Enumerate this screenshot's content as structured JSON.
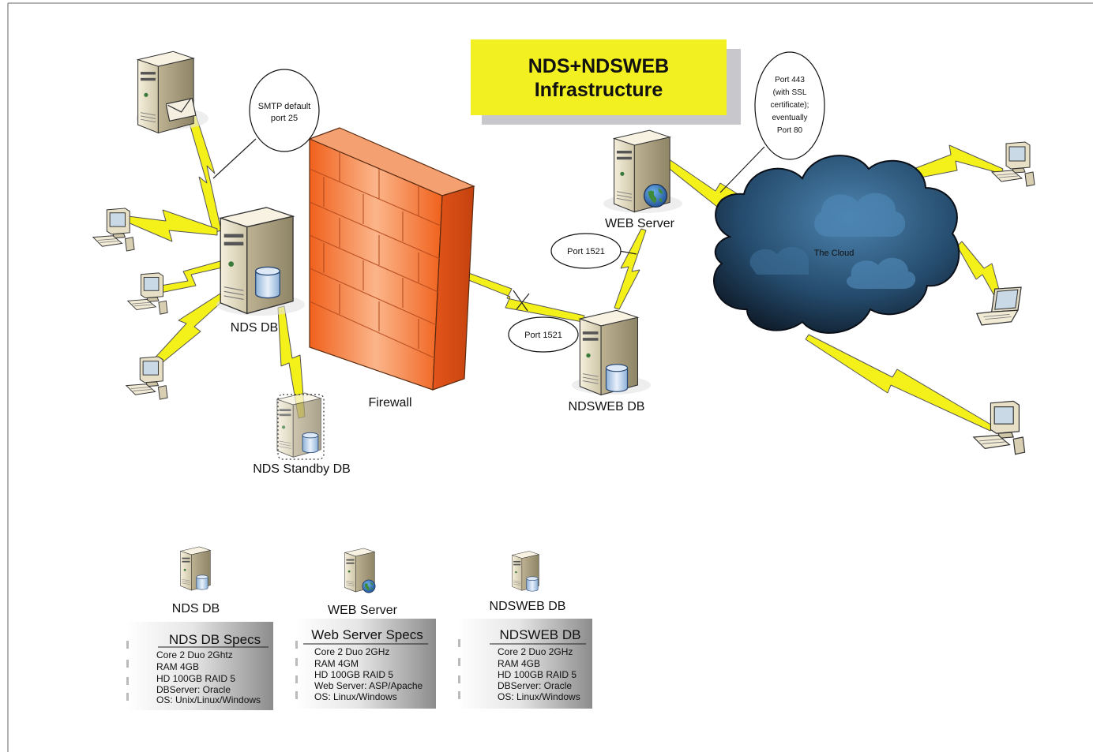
{
  "title": {
    "line1": "NDS+NDSWEB",
    "line2": "Infrastructure"
  },
  "nodes": {
    "nds_db": "NDS DB",
    "web_server": "WEB Server",
    "ndsweb_db": "NDSWEB DB",
    "standby_db": "NDS Standby DB",
    "firewall": "Firewall",
    "cloud": "The Cloud"
  },
  "callouts": {
    "smtp": [
      "SMTP default",
      "port 25"
    ],
    "port443": [
      "Port 443",
      "(with SSL",
      "certificate);",
      "eventually",
      "Port 80"
    ],
    "port1521_upper": "Port 1521",
    "port1521_lower": "Port 1521"
  },
  "legend": [
    {
      "label": "NDS DB",
      "spec_title": "NDS DB Specs",
      "lines": [
        "Core 2 Duo 2Ghtz",
        "RAM 4GB",
        "HD 100GB RAID 5",
        "DBServer: Oracle",
        "OS: Unix/Linux/Windows"
      ]
    },
    {
      "label": "WEB Server",
      "spec_title": "Web Server Specs",
      "lines": [
        "Core 2 Duo 2GHz",
        "RAM 4GM",
        "HD 100GB RAID 5",
        "Web Server: ASP/Apache",
        "OS: Linux/Windows"
      ]
    },
    {
      "label": "NDSWEB DB",
      "spec_title": "NDSWEB DB",
      "lines": [
        "Core 2 Duo 2GHz",
        "RAM 4GB",
        "HD 100GB RAID 5",
        "DBServer: Oracle",
        "OS: Linux/Windows"
      ]
    }
  ],
  "colors": {
    "title_bg": "#f2f021",
    "title_shadow": "#c8c8cc",
    "lightning": "#f4f01a",
    "firewall": "#f0762a",
    "server_body": "#e9e1c7",
    "cloud": "#2e5f86"
  }
}
